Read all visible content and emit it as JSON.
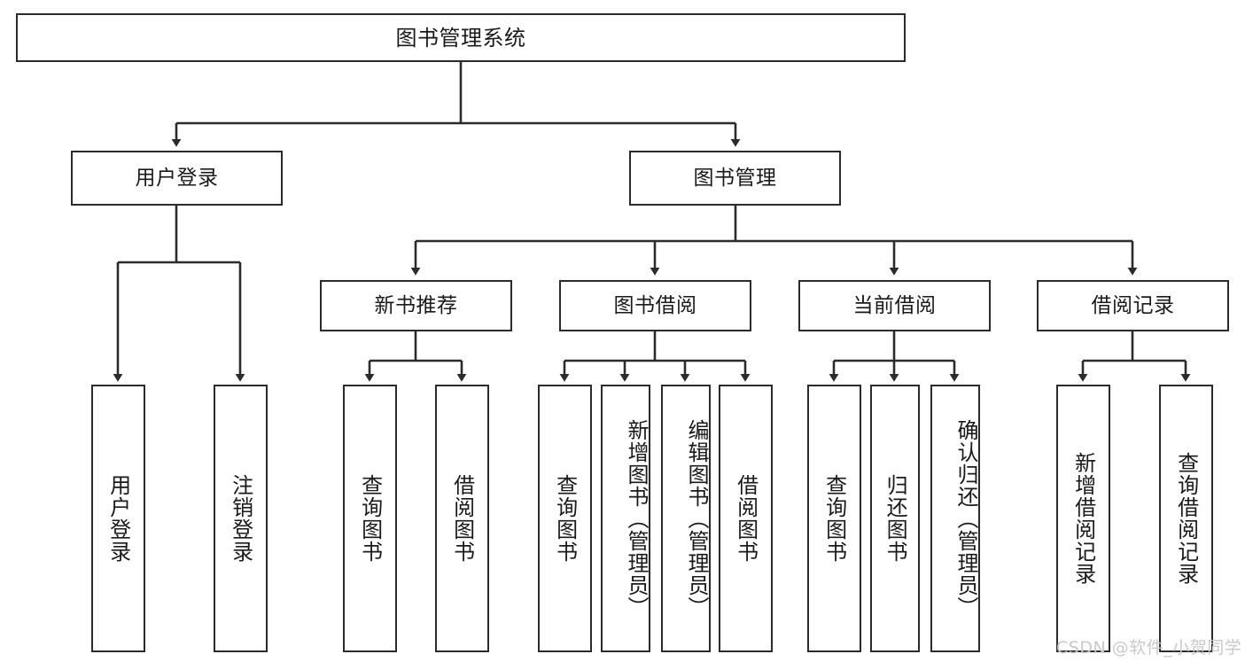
{
  "diagram": {
    "title": "图书管理系统",
    "type": "hierarchy-tree",
    "levels": {
      "root": {
        "label": "图书管理系统"
      },
      "level2": [
        {
          "label": "用户登录"
        },
        {
          "label": "图书管理"
        }
      ],
      "level3": [
        {
          "label": "新书推荐"
        },
        {
          "label": "图书借阅"
        },
        {
          "label": "当前借阅"
        },
        {
          "label": "借阅记录"
        }
      ],
      "level4": [
        {
          "label": "用户登录",
          "parent": "用户登录"
        },
        {
          "label": "注销登录",
          "parent": "用户登录"
        },
        {
          "label": "查询图书",
          "parent": "新书推荐"
        },
        {
          "label": "借阅图书",
          "parent": "新书推荐"
        },
        {
          "label": "查询图书",
          "parent": "图书借阅"
        },
        {
          "label": "新增图书（管理员）",
          "parent": "图书借阅"
        },
        {
          "label": "编辑图书（管理员）",
          "parent": "图书借阅"
        },
        {
          "label": "借阅图书",
          "parent": "图书借阅"
        },
        {
          "label": "查询图书",
          "parent": "当前借阅"
        },
        {
          "label": "归还图书",
          "parent": "当前借阅"
        },
        {
          "label": "确认归还（管理员）",
          "parent": "当前借阅"
        },
        {
          "label": "新增借阅记录",
          "parent": "借阅记录"
        },
        {
          "label": "查询借阅记录",
          "parent": "借阅记录"
        }
      ]
    }
  },
  "watermark": {
    "text": "CSDN @软件_小贺同学"
  },
  "colors": {
    "stroke": "#2b2b2b",
    "fill": "#ffffff",
    "text": "#1a1a1a",
    "watermark": "#c9c9c9"
  }
}
